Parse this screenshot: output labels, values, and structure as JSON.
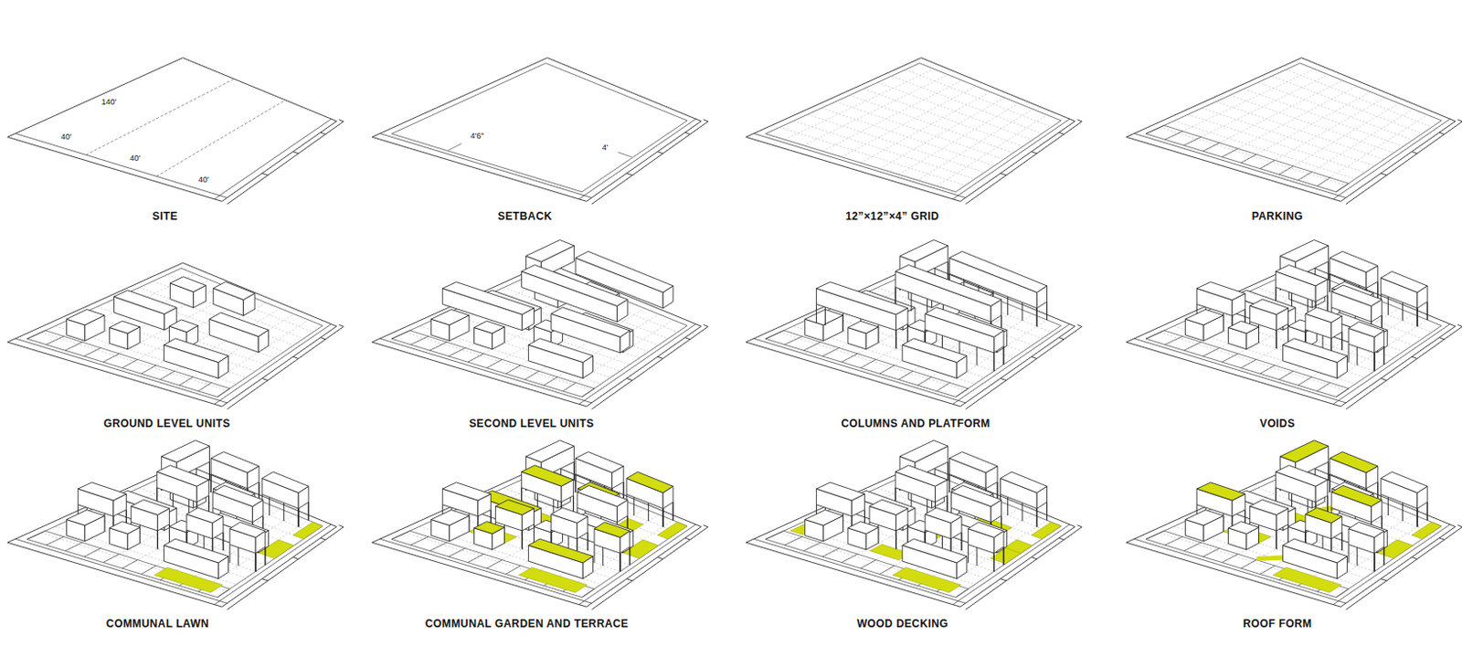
{
  "diagram": {
    "labels": [
      "140'",
      "40'",
      "40'",
      "40'",
      "SITE",
      "4'6''",
      "4'",
      "SETBACK",
      "12”×12”×4” GRID",
      "PARKING",
      "GROUND LEVEL UNITS",
      "SECOND LEVEL UNITS",
      "COLUMNS AND PLATFORM",
      "VOIDS",
      "COMMUNAL LAWN",
      "COMMUNAL GARDEN AND TERRACE",
      "WOOD DECKING",
      "ROOF FORM"
    ]
  }
}
